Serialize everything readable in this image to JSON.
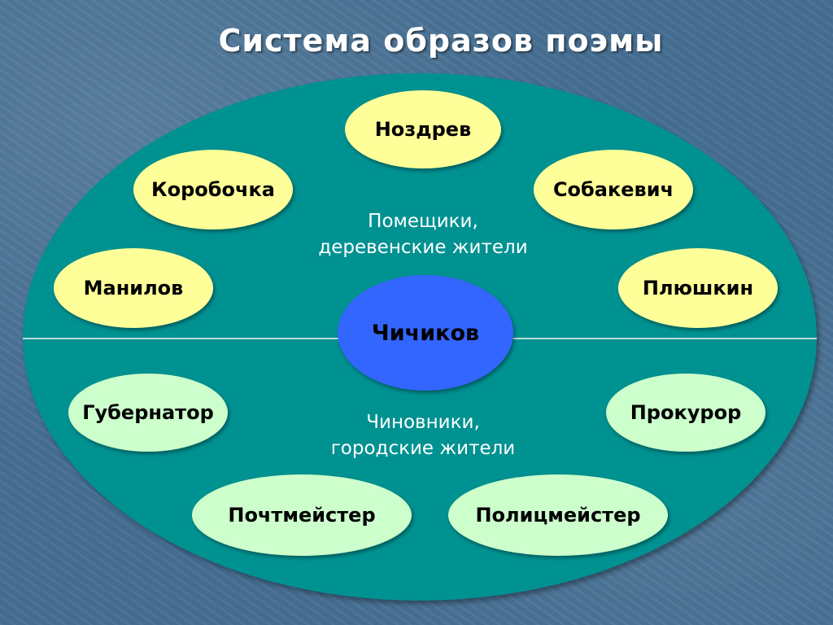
{
  "title": "Система образов поэмы",
  "center": {
    "label": "Чичиков"
  },
  "groups": {
    "landowners": {
      "label_line1": "Помещики,",
      "label_line2": "деревенские жители",
      "color": "#ffff99",
      "members": [
        "Ноздрев",
        "Коробочка",
        "Собакевич",
        "Манилов",
        "Плюшкин"
      ]
    },
    "officials": {
      "label_line1": "Чиновники,",
      "label_line2": "городские жители",
      "color": "#ccffcc",
      "members": [
        "Губернатор",
        "Прокурор",
        "Почтмейстер",
        "Полицмейстер"
      ]
    }
  },
  "colors": {
    "background": "#466f93",
    "outer_ellipse": "#009191",
    "center_node": "#3366ff",
    "title_text": "#ffffff"
  }
}
